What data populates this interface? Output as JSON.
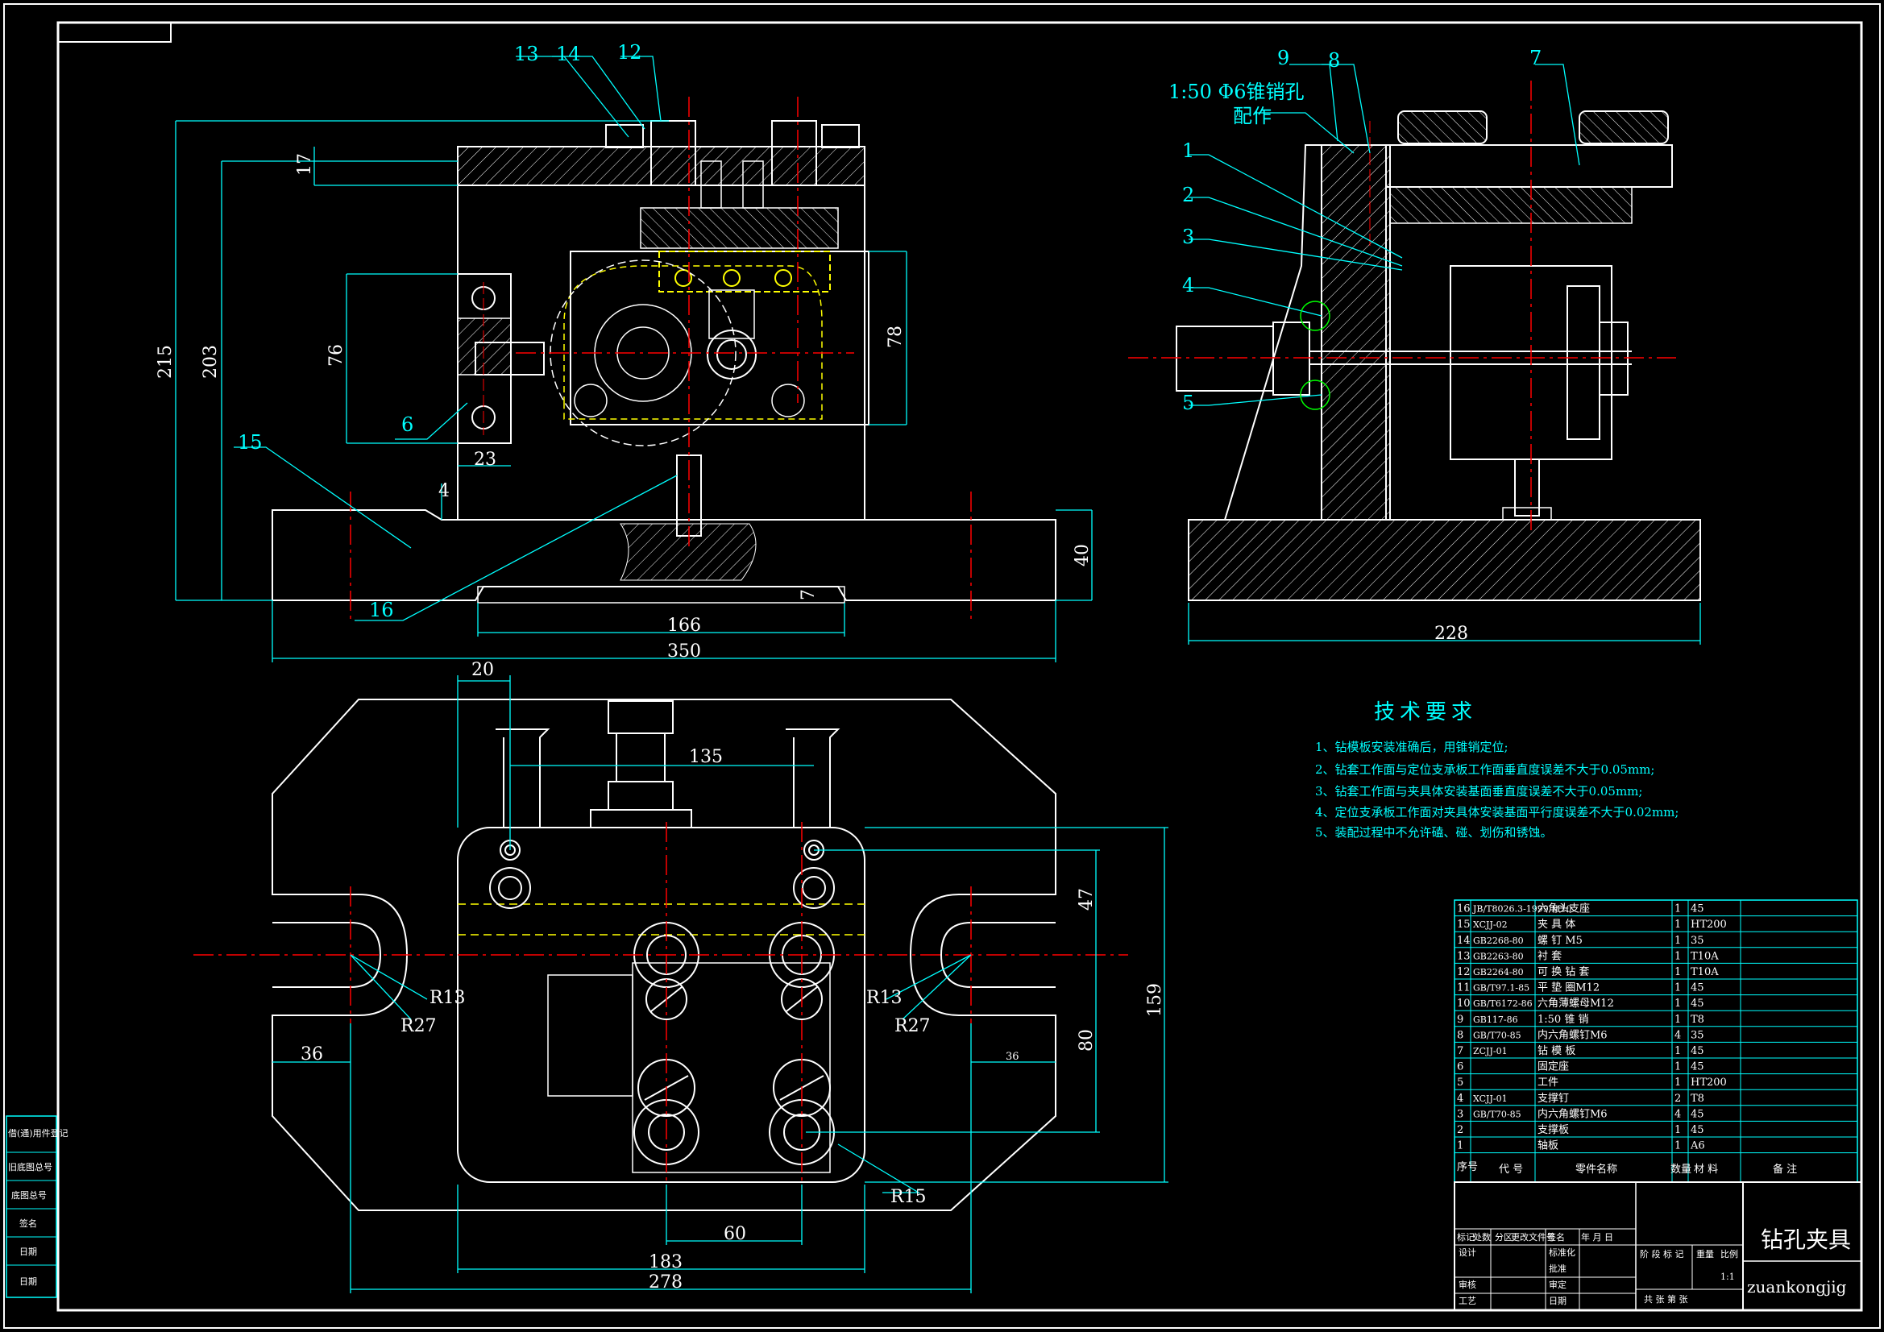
{
  "callouts": {
    "c13": "13",
    "c14": "14",
    "c12": "12",
    "c15": "15",
    "c6": "6",
    "c16": "16",
    "c9": "9",
    "c8": "8",
    "c7": "7",
    "c1": "1",
    "c2": "2",
    "c3": "3",
    "c4": "4",
    "c5": "5"
  },
  "taper_note": {
    "line1": "1:50 Φ6锥销孔",
    "line2": "配作"
  },
  "dims_front": {
    "d215": "215",
    "d203": "203",
    "d17": "17",
    "d76": "76",
    "d78": "78",
    "d23": "23",
    "d4": "4",
    "d40": "40",
    "d7": "7",
    "d166": "166",
    "d350": "350"
  },
  "dims_side": {
    "d228": "228"
  },
  "dims_top": {
    "d20": "20",
    "d135": "135",
    "d47": "47",
    "d159": "159",
    "d80": "80",
    "d36l": "36",
    "d36r": "36",
    "r13l": "R13",
    "r27l": "R27",
    "r13r": "R13",
    "r27r": "R27",
    "r15": "R15",
    "d60": "60",
    "d183": "183",
    "d278": "278"
  },
  "tech": {
    "title": "技术要求",
    "items": [
      "1、钻模板安装准确后，用锥销定位;",
      "2、钻套工作面与定位支承板工作面垂直度误差不大于0.05mm;",
      "3、钻套工作面与夹具体安装基面垂直度误差不大于0.05mm;",
      "4、定位支承板工作面对夹具体安装基面平行度误差不大于0.02mm;",
      "5、装配过程中不允许磕、碰、划伤和锈蚀。"
    ]
  },
  "bom": {
    "rows": [
      {
        "no": "16",
        "code": "JB/T8026.3-1999 M10",
        "name": "六角头支座",
        "qty": "1",
        "mat": "45"
      },
      {
        "no": "15",
        "code": "XCJJ-02",
        "name": "夹 具 体",
        "qty": "1",
        "mat": "HT200"
      },
      {
        "no": "14",
        "code": "GB2268-80",
        "name": "螺 钉 M5",
        "qty": "1",
        "mat": "35"
      },
      {
        "no": "13",
        "code": "GB2263-80",
        "name": "衬 套",
        "qty": "1",
        "mat": "T10A"
      },
      {
        "no": "12",
        "code": "GB2264-80",
        "name": "可 换 钻 套",
        "qty": "1",
        "mat": "T10A"
      },
      {
        "no": "11",
        "code": "GB/T97.1-85",
        "name": "平 垫 圈M12",
        "qty": "1",
        "mat": "45"
      },
      {
        "no": "10",
        "code": "GB/T6172-86",
        "name": "六角薄螺母M12",
        "qty": "1",
        "mat": "45"
      },
      {
        "no": "9",
        "code": "GB117-86",
        "name": "1:50 锥 销",
        "qty": "1",
        "mat": "T8"
      },
      {
        "no": "8",
        "code": "GB/T70-85",
        "name": "内六角螺钉M6",
        "qty": "4",
        "mat": "35"
      },
      {
        "no": "7",
        "code": "ZCJJ-01",
        "name": "钻 模 板",
        "qty": "1",
        "mat": "45"
      },
      {
        "no": "6",
        "code": "",
        "name": "固定座",
        "qty": "1",
        "mat": "45"
      },
      {
        "no": "5",
        "code": "",
        "name": "工件",
        "qty": "1",
        "mat": "HT200"
      },
      {
        "no": "4",
        "code": "XCJJ-01",
        "name": "支撑钉",
        "qty": "2",
        "mat": "T8"
      },
      {
        "no": "3",
        "code": "GB/T70-85",
        "name": "内六角螺钉M6",
        "qty": "4",
        "mat": "45"
      },
      {
        "no": "2",
        "code": "",
        "name": "支撑板",
        "qty": "1",
        "mat": "45"
      },
      {
        "no": "1",
        "code": "",
        "name": "轴板",
        "qty": "1",
        "mat": "A6"
      }
    ],
    "header": {
      "no": "序号",
      "code": "代 号",
      "name": "零件名称",
      "qty": "数量",
      "mat": "材 料",
      "remark": "备 注"
    }
  },
  "title_block": {
    "drawing_name": "钻孔夹具",
    "code": "zuankongjig",
    "row1": [
      "标记",
      "处数",
      "分区",
      "更改文件号",
      "签名",
      "年 月 日"
    ],
    "left": [
      "设计",
      "审核",
      "工艺"
    ],
    "mid": [
      "标准化",
      "批准",
      "审定",
      "日期"
    ],
    "stage": "阶 段 标 记",
    "weight": "重量",
    "scale": "比例",
    "scale_val": "1:1",
    "sheets": "共 张 第 张"
  },
  "side_strip": [
    "借(通)用件登记",
    "旧底图总号",
    "底图总号",
    "签名",
    "日期",
    "日期"
  ]
}
